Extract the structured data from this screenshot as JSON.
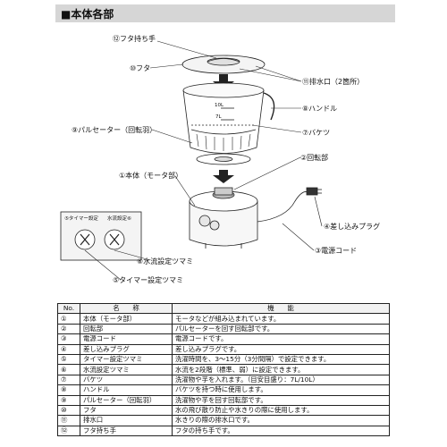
{
  "header": {
    "title": "■本体各部"
  },
  "diagram_labels": {
    "l12": "⑫フタ持ち手",
    "l10": "⑩フタ",
    "l11": "⑪排水口（2箇所）",
    "l8": "⑧ハンドル",
    "l9": "⑨パルセーター（回転羽）",
    "l7": "⑦バケツ",
    "l1": "①本体（モータ部）",
    "l2": "②回転部",
    "l4": "④差し込みプラグ",
    "l3": "③電源コード",
    "l6": "⑥水流設定ツマミ",
    "l5": "⑤タイマー設定ツマミ",
    "timer_panel": "⑤タイマー設定",
    "flow_panel": "水流設定⑥",
    "mark_10l": "10L",
    "mark_7l": "7L"
  },
  "table": {
    "headers": [
      "No.",
      "名　　称",
      "機　　能"
    ],
    "rows": [
      {
        "no": "①",
        "name": "本体（モータ部）",
        "func": "モータなどが組み込まれています。"
      },
      {
        "no": "②",
        "name": "回転部",
        "func": "パルセーターを回す回転部です。"
      },
      {
        "no": "③",
        "name": "電源コード",
        "func": "電源コードです。"
      },
      {
        "no": "④",
        "name": "差し込みプラグ",
        "func": "差し込みプラグです。"
      },
      {
        "no": "⑤",
        "name": "タイマー設定ツマミ",
        "func": "洗濯時間を、3〜15分（3分間隔）で設定できます。"
      },
      {
        "no": "⑥",
        "name": "水流設定ツマミ",
        "func": "水流を2段階（標準、弱）に設定できます。"
      },
      {
        "no": "⑦",
        "name": "バケツ",
        "func": "洗濯物や芋を入れます。（目安目盛り：7L/10L）"
      },
      {
        "no": "⑧",
        "name": "ハンドル",
        "func": "バケツを持つ時に使用します。"
      },
      {
        "no": "⑨",
        "name": "パルセーター（回転羽）",
        "func": "洗濯物や芋を回す回転部です。"
      },
      {
        "no": "⑩",
        "name": "フタ",
        "func": "水の飛び散り防止や水きりの際に使用します。"
      },
      {
        "no": "⑪",
        "name": "排水口",
        "func": "水きりの際の排水口です。"
      },
      {
        "no": "⑫",
        "name": "フタ持ち手",
        "func": "フタの持ち手です。"
      }
    ]
  }
}
